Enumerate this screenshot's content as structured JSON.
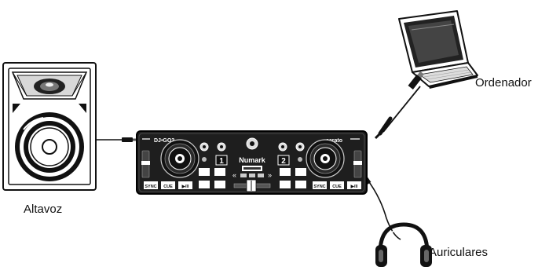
{
  "labels": {
    "speaker": "Altavoz",
    "computer": "Ordenador",
    "headphones": "Auriculares"
  },
  "controller": {
    "model": "DJ•GO2",
    "brand": "Numark",
    "software": "serato",
    "deck_left": "1",
    "deck_right": "2",
    "buttons": {
      "sync": "SYNC",
      "cue": "CUE",
      "play": "▶/II"
    },
    "nav_left": "«",
    "nav_right": "»"
  },
  "colors": {
    "ink": "#111111",
    "panel": "#1e1e1e",
    "panel_edge": "#000000",
    "highlight": "#ffffff"
  }
}
